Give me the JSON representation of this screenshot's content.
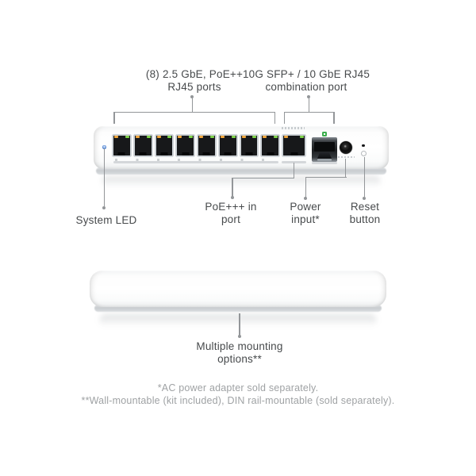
{
  "callouts": {
    "ports_8": "(8) 2.5 GbE, PoE++\nRJ45 ports",
    "combo": "10G SFP+ / 10 GbE RJ45\ncombination port",
    "system_led": "System LED",
    "poe_in": "PoE+++ in\nport",
    "power_input": "Power\ninput*",
    "reset": "Reset\nbutton",
    "mounting": "Multiple mounting\noptions**"
  },
  "footnotes": [
    "*AC power adapter sold separately.",
    "**Wall-mountable (kit included), DIN rail-mountable (sold separately)."
  ],
  "device": {
    "rj45_port_count": 8
  },
  "colors": {
    "text_dark": "#474a4c",
    "text_muted": "#9fa2a4",
    "line": "#939699",
    "led_orange": "#f2a73d",
    "led_green": "#7fd24b",
    "system_led": "#4a7fd0",
    "sfp_icon": "#3cae4d",
    "port_bezel": "#ced3d7",
    "port_dark": "#17181a"
  }
}
